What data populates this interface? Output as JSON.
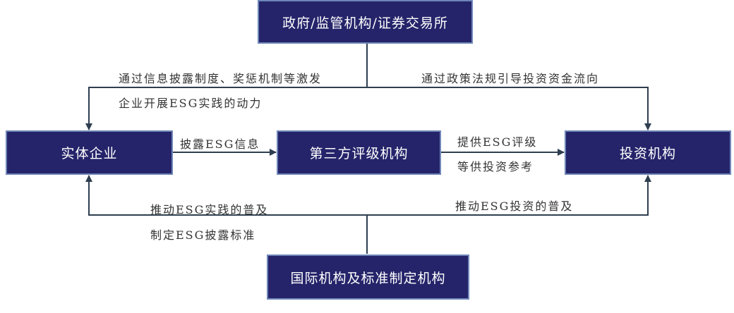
{
  "nodes": {
    "government": "政府/监管机构/证券交易所",
    "enterprise": "实体企业",
    "rating": "第三方评级机构",
    "investor": "投资机构",
    "international": "国际机构及标准制定机构"
  },
  "edges": {
    "gov_to_enterprise_line1": "通过信息披露制度、奖惩机制等激发",
    "gov_to_enterprise_line2": "企业开展ESG实践的动力",
    "gov_to_investor": "通过政策法规引导投资资金流向",
    "enterprise_to_rating": "披露ESG信息",
    "rating_to_investor_line1": "提供ESG评级",
    "rating_to_investor_line2": "等供投资参考",
    "intl_to_enterprise_line1": "推动ESG实践的普及",
    "intl_to_enterprise_line2": "制定ESG披露标准",
    "intl_to_investor": "推动ESG投资的普及"
  },
  "colors": {
    "box": "#25246a",
    "line": "#2f3e50"
  }
}
